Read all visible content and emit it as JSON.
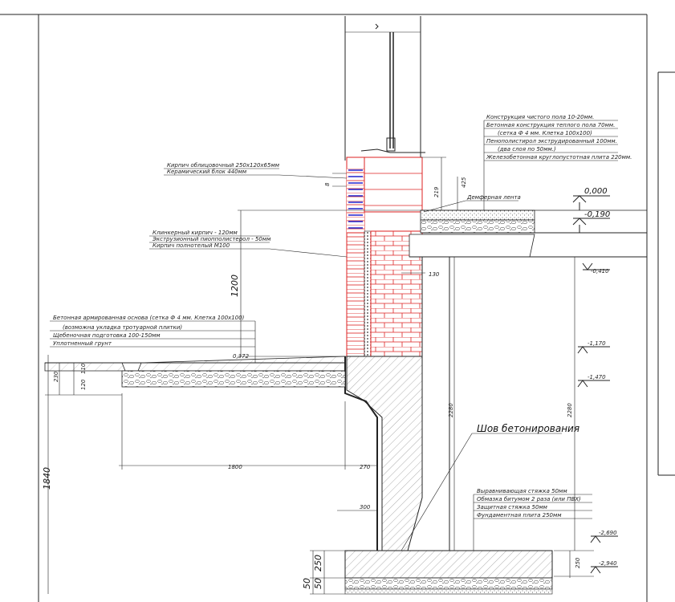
{
  "facade": {
    "line1": "Кирпич облицовочный 250х120х65мм",
    "line2": "Керамический блок 440мм"
  },
  "clinker": {
    "line1": "Клинкерный кирпич - 120мм",
    "line2": "Экструзионный пиопполистерол - 50мм",
    "line3": "Кирпич полнотелый М100"
  },
  "floor": {
    "line1": "Конструкция чистого пола 10-20мм.",
    "line2": "Бетонная конструкция теплого пола 70мм.",
    "line3": "(сетка Ф 4 мм. Клетка 100х100)",
    "line4": "Пенополистирол экструдированный 100мм.",
    "line5": "(два слоя по 50мм.)",
    "line6": "Железобетонная круглопустотная плита 220мм."
  },
  "damper": "Демферная лента",
  "path": {
    "line1": "Бетонная армированная основа (сетка Ф 4 мм. Клетка 100х100)",
    "line2": "(возможна укладка тротуарной плитки)",
    "line3": "Щебеночная подготовка 100-150мм",
    "line4": "Уплотненный грунт"
  },
  "seam": "Шов бетонирования",
  "base": {
    "line1": "Выравнивающая стяжка 50мм",
    "line2": "Обмазка битумом 2 раза (или ПВХ)",
    "line3": "Защитная стяжка 50мм",
    "line4": "Фундаментная плита 250мм"
  },
  "levels": {
    "l0": "0,000",
    "l1": "-0,190",
    "l2": "-0,410",
    "l3": "-1,170",
    "l4": "-1,470",
    "l5": "-2,690",
    "l6": "-2,940"
  },
  "dims": {
    "d8": "8",
    "d219": "219",
    "d425": "425",
    "d1200": "1200",
    "d130": "130",
    "d0372": "0,372",
    "d230": "230",
    "d110": "110",
    "d120": "120",
    "d1800": "1800",
    "d270": "270",
    "d1840": "1840",
    "d2280a": "2280",
    "d2280b": "2280",
    "d300": "300",
    "d250a": "250",
    "d50a": "50",
    "d50b": "50",
    "d250b": "250"
  }
}
